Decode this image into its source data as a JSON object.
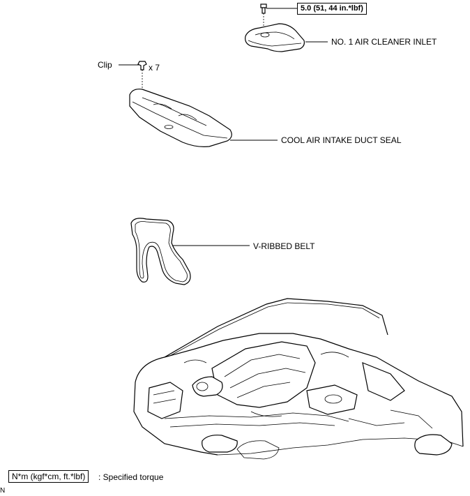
{
  "labels": {
    "torque_spec": "5.0 (51, 44 in.*lbf)",
    "air_cleaner_inlet": "NO. 1 AIR CLEANER INLET",
    "clip": "Clip",
    "clip_qty": "x 7",
    "duct_seal": "COOL AIR INTAKE DUCT SEAL",
    "v_belt": "V-RIBBED BELT"
  },
  "legend": {
    "unit_box": "N*m (kgf*cm, ft.*lbf)",
    "description": ": Specified torque"
  },
  "corner_mark": "N"
}
